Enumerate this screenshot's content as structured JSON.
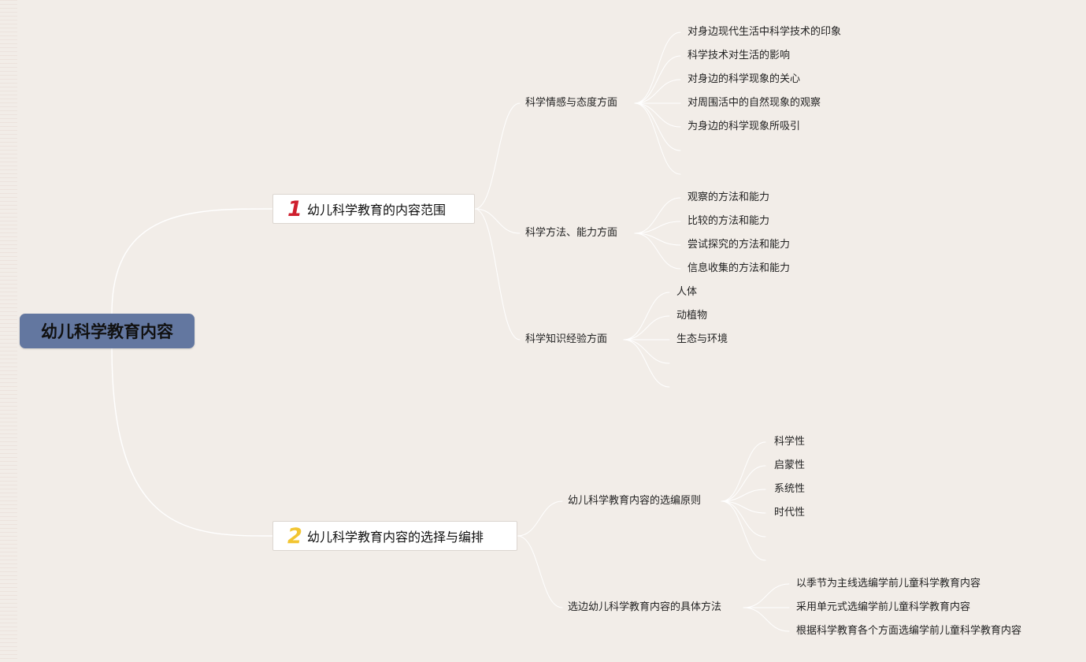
{
  "root": {
    "label": "幼儿科学教育内容"
  },
  "branches": [
    {
      "number": "1",
      "number_color": "#cf1f2e",
      "label": "幼儿科学教育的内容范围",
      "children": [
        {
          "label": "科学情感与态度方面",
          "items": [
            "对身边现代生活中科学技术的印象",
            "科学技术对生活的影响",
            "对身边的科学现象的关心",
            "对周围活中的自然现象的观察",
            "为身边的科学现象所吸引"
          ]
        },
        {
          "label": "科学方法、能力方面",
          "items": [
            "观察的方法和能力",
            "比较的方法和能力",
            "尝试探究的方法和能力",
            "信息收集的方法和能力"
          ]
        },
        {
          "label": "科学知识经验方面",
          "items": [
            "人体",
            "动植物",
            "生态与环境"
          ]
        }
      ]
    },
    {
      "number": "2",
      "number_color": "#f2c531",
      "label": "幼儿科学教育内容的选择与编排",
      "children": [
        {
          "label": "幼儿科学教育内容的选编原则",
          "items": [
            "科学性",
            "启蒙性",
            "系统性",
            "时代性"
          ]
        },
        {
          "label": "选边幼儿科学教育内容的具体方法",
          "items": [
            "以季节为主线选编学前儿童科学教育内容",
            "采用单元式选编学前儿童科学教育内容",
            "根据科学教育各个方面选编学前儿童科学教育内容"
          ]
        }
      ]
    }
  ],
  "colors": {
    "background": "#f2ede8",
    "root_fill": "#6377a0",
    "link_stroke": "#ffffff"
  }
}
